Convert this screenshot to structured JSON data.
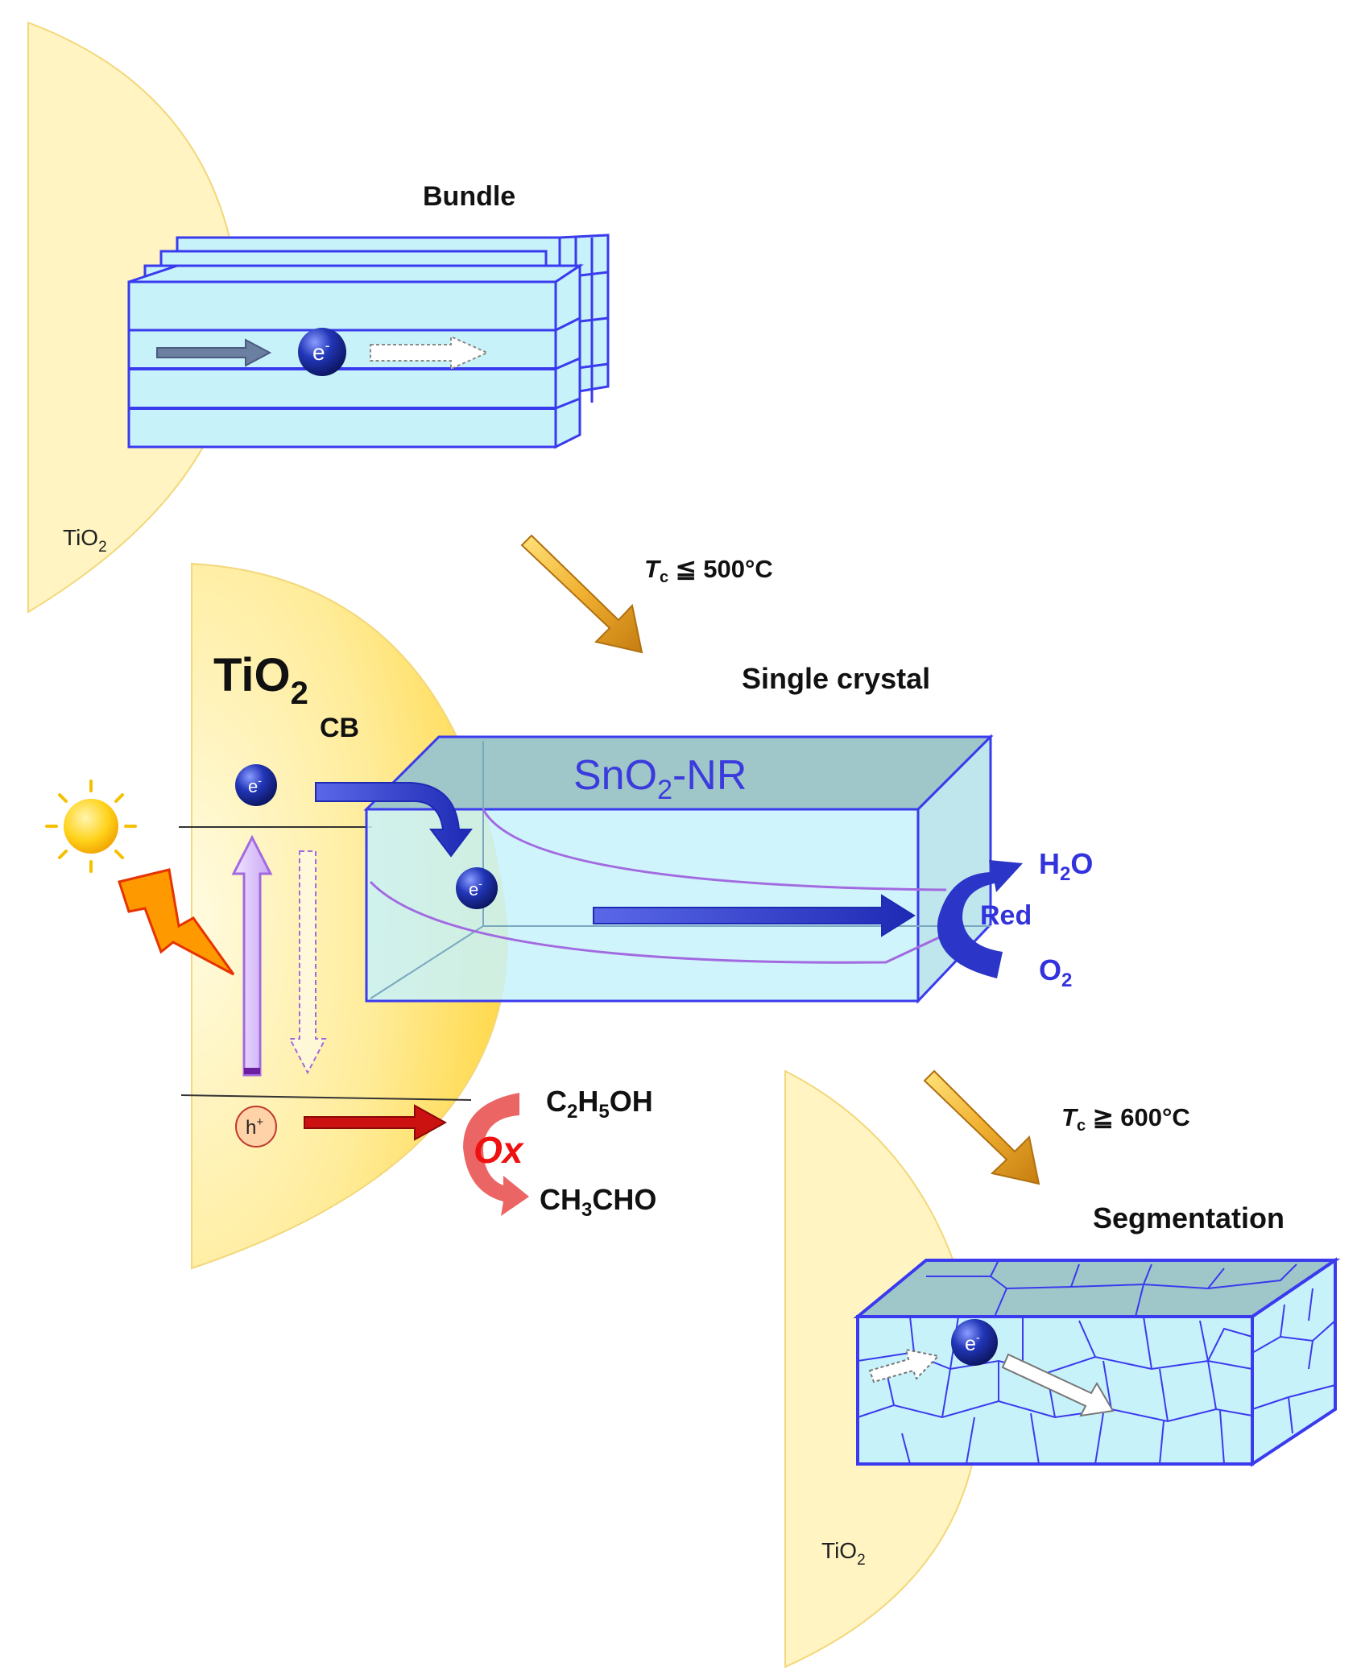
{
  "labels": {
    "bundle": "Bundle",
    "single_crystal": "Single crystal",
    "segmentation": "Segmentation",
    "tc_low": {
      "symbol": "T",
      "sub": "c",
      "relation": "≦ 500°C"
    },
    "tc_high": {
      "symbol": "T",
      "sub": "c",
      "relation": "≧ 600°C"
    },
    "tio2_top": {
      "base": "TiO",
      "sub": "2"
    },
    "tio2_main": {
      "base": "TiO",
      "sub": "2"
    },
    "tio2_bottom": {
      "base": "TiO",
      "sub": "2"
    },
    "cb": "CB",
    "sno2": {
      "base": "SnO",
      "sub": "2",
      "suffix": "-NR"
    },
    "h2o": {
      "base": "H",
      "sub": "2",
      "suffix": "O"
    },
    "red": "Red",
    "o2": {
      "base": "O",
      "sub": "2"
    },
    "ox": "Ox",
    "ethanol": {
      "p1": "C",
      "s1": "2",
      "p2": "H",
      "s2": "5",
      "p3": "OH"
    },
    "acetaldehyde": {
      "p1": "CH",
      "s1": "3",
      "p2": "CHO"
    },
    "electron": "e",
    "electron_sup": "-",
    "hole": "h",
    "hole_sup": "+"
  },
  "colors": {
    "tio2_fill": "#ffe680",
    "tio2_edge": "#f3d77a",
    "rod_face": "#c8f2fa",
    "rod_top": "#9fc7c9",
    "rod_edge": "#3a3aee",
    "electron": "#1a2a9a",
    "transfer_arrow": "#2b36c8",
    "hole_arrow": "#cc1111",
    "process_arrow": "#e8a82a",
    "ox_text": "#ee1111",
    "purple": "#a26ae0"
  }
}
